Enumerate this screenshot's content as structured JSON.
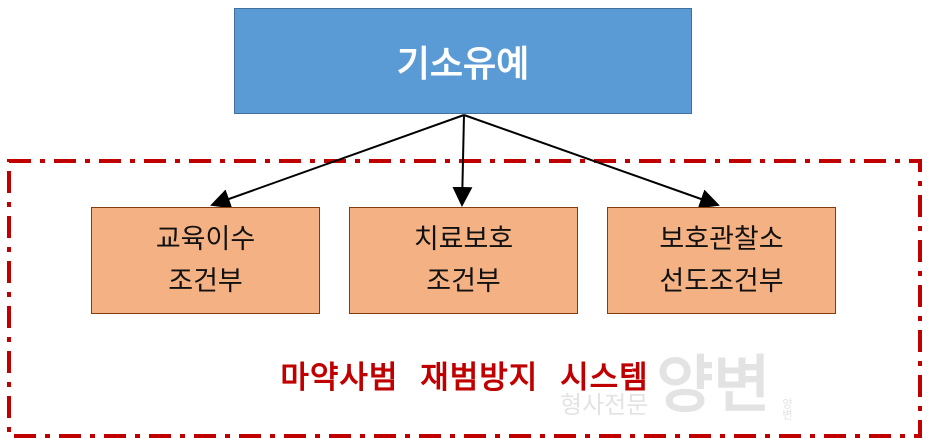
{
  "root": {
    "label": "기소유예"
  },
  "children": [
    {
      "line1": "교육이수",
      "line2": "조건부"
    },
    {
      "line1": "치료보호",
      "line2": "조건부"
    },
    {
      "line1": "보호관찰소",
      "line2": "선도조건부"
    }
  ],
  "system_label": "마약사범 재범방지 시스템",
  "watermark": {
    "text": "형사전문",
    "brand": "양변",
    "sub": "양변"
  },
  "colors": {
    "root_fill": "#5b9bd5",
    "child_fill": "#f4b183",
    "frame": "#c00000"
  }
}
